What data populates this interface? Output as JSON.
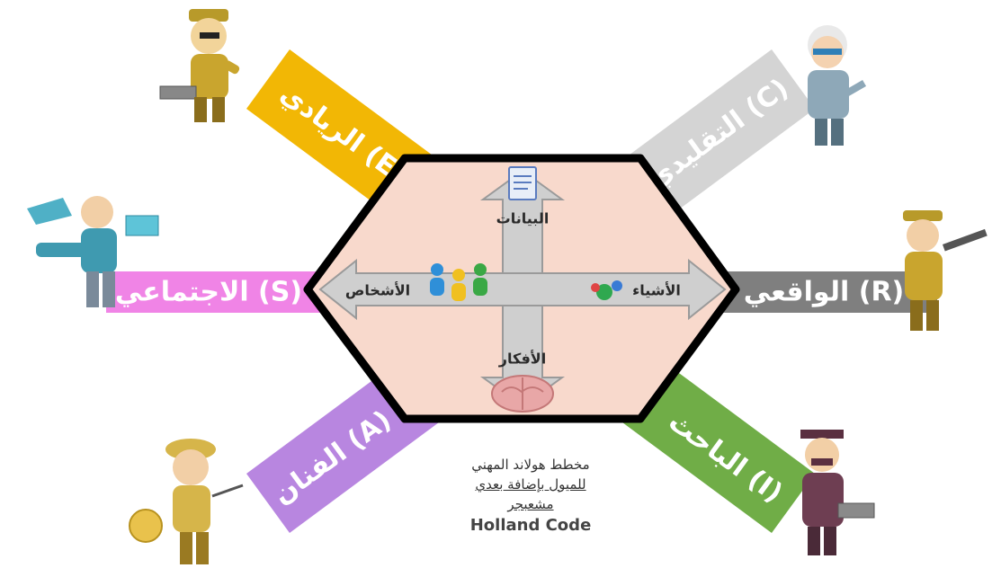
{
  "types": {
    "conventional": {
      "label": "التقليدي (C)",
      "color": "#d4d4d4"
    },
    "realistic": {
      "label": "الواقعي (R)",
      "color": "#7f7f7f"
    },
    "investigative": {
      "label": "الباحث (I)",
      "color": "#70ad47"
    },
    "artistic": {
      "label": "الفنان (A)",
      "color": "#b886e0"
    },
    "social": {
      "label": "الاجتماعي (S)",
      "color": "#f084e6"
    },
    "enterprising": {
      "label": "الريادي (E)",
      "color": "#f2b705"
    }
  },
  "axes": {
    "data": "البيانات",
    "things": "الأشياء",
    "people": "الأشخاص",
    "ideas": "الأفكار"
  },
  "caption": {
    "line1": "مخطط هولاند المهني",
    "line2": "للميول بإضافة بعدي",
    "line3": "مشعبجر",
    "code": "Holland Code"
  },
  "colors": {
    "hexagon_fill": "#f8d9cc",
    "hexagon_stroke": "#000000",
    "arrow_fill": "#cfcfcf",
    "arrow_stroke": "#9a9a9a"
  },
  "icons": {
    "data": "document-icon",
    "things": "molecule-icon",
    "people": "people-icon",
    "ideas": "brain-icon"
  }
}
